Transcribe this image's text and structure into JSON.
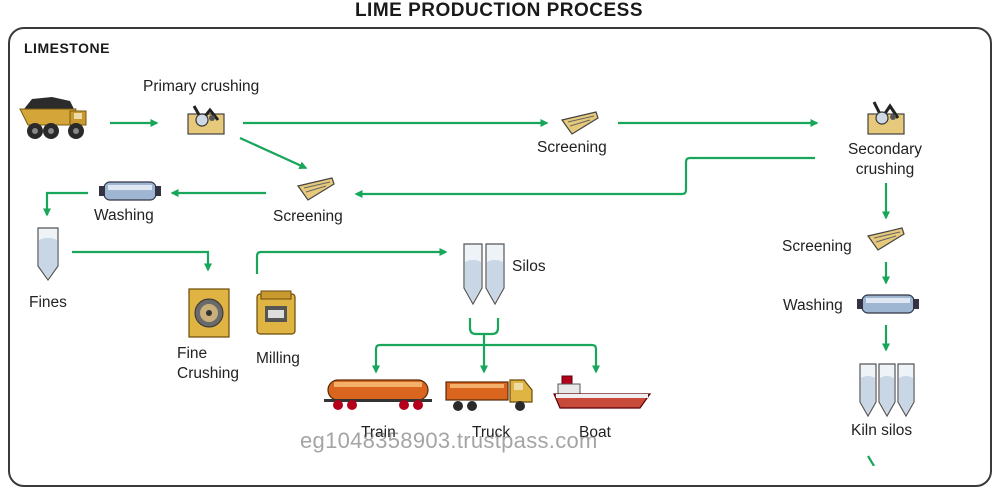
{
  "title": "LIME PRODUCTION PROCESS",
  "section": "LIMESTONE",
  "labels": {
    "primary_crushing": "Primary crushing",
    "screening_1": "Screening",
    "secondary_crushing_1": "Secondary",
    "secondary_crushing_2": "crushing",
    "screening_2": "Screening",
    "washing_1": "Washing",
    "fines": "Fines",
    "fine_crushing_1": "Fine",
    "fine_crushing_2": "Crushing",
    "milling": "Milling",
    "silos": "Silos",
    "train": "Train",
    "truck": "Truck",
    "boat": "Boat",
    "screening_3": "Screening",
    "washing_2": "Washing",
    "kiln_silos": "Kiln silos"
  },
  "watermark": "eg1048358903.trustpass.com",
  "colors": {
    "arrow": "#17a65a",
    "frame": "#3a3a3a"
  }
}
